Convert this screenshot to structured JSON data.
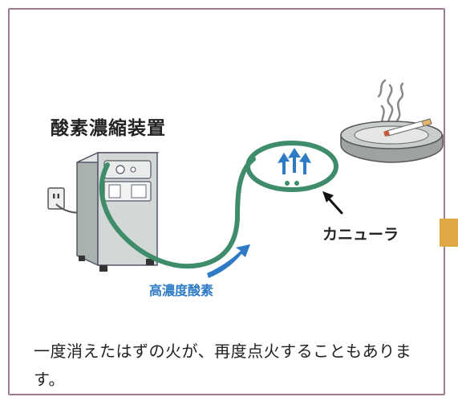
{
  "illustration": {
    "device_label": "酸素濃縮装置",
    "cannula_label": "カニューラ",
    "oxygen_label": "高濃度酸素"
  },
  "caption": {
    "text": "一度消えたはずの火が、再度点火することもあります。"
  },
  "colors": {
    "frame_border": "#9b7b92",
    "tube_green": "#3f8c6a",
    "oxygen_blue": "#2e7ac4",
    "tab_orange": "#e0a843",
    "device_body": "#cfd5d3"
  },
  "icons": [
    "oxygen-concentrator-icon",
    "wall-outlet-icon",
    "cannula-loop-icon",
    "oxygen-flow-arrows-icon",
    "ashtray-icon",
    "cigarette-icon",
    "smoke-icon"
  ]
}
